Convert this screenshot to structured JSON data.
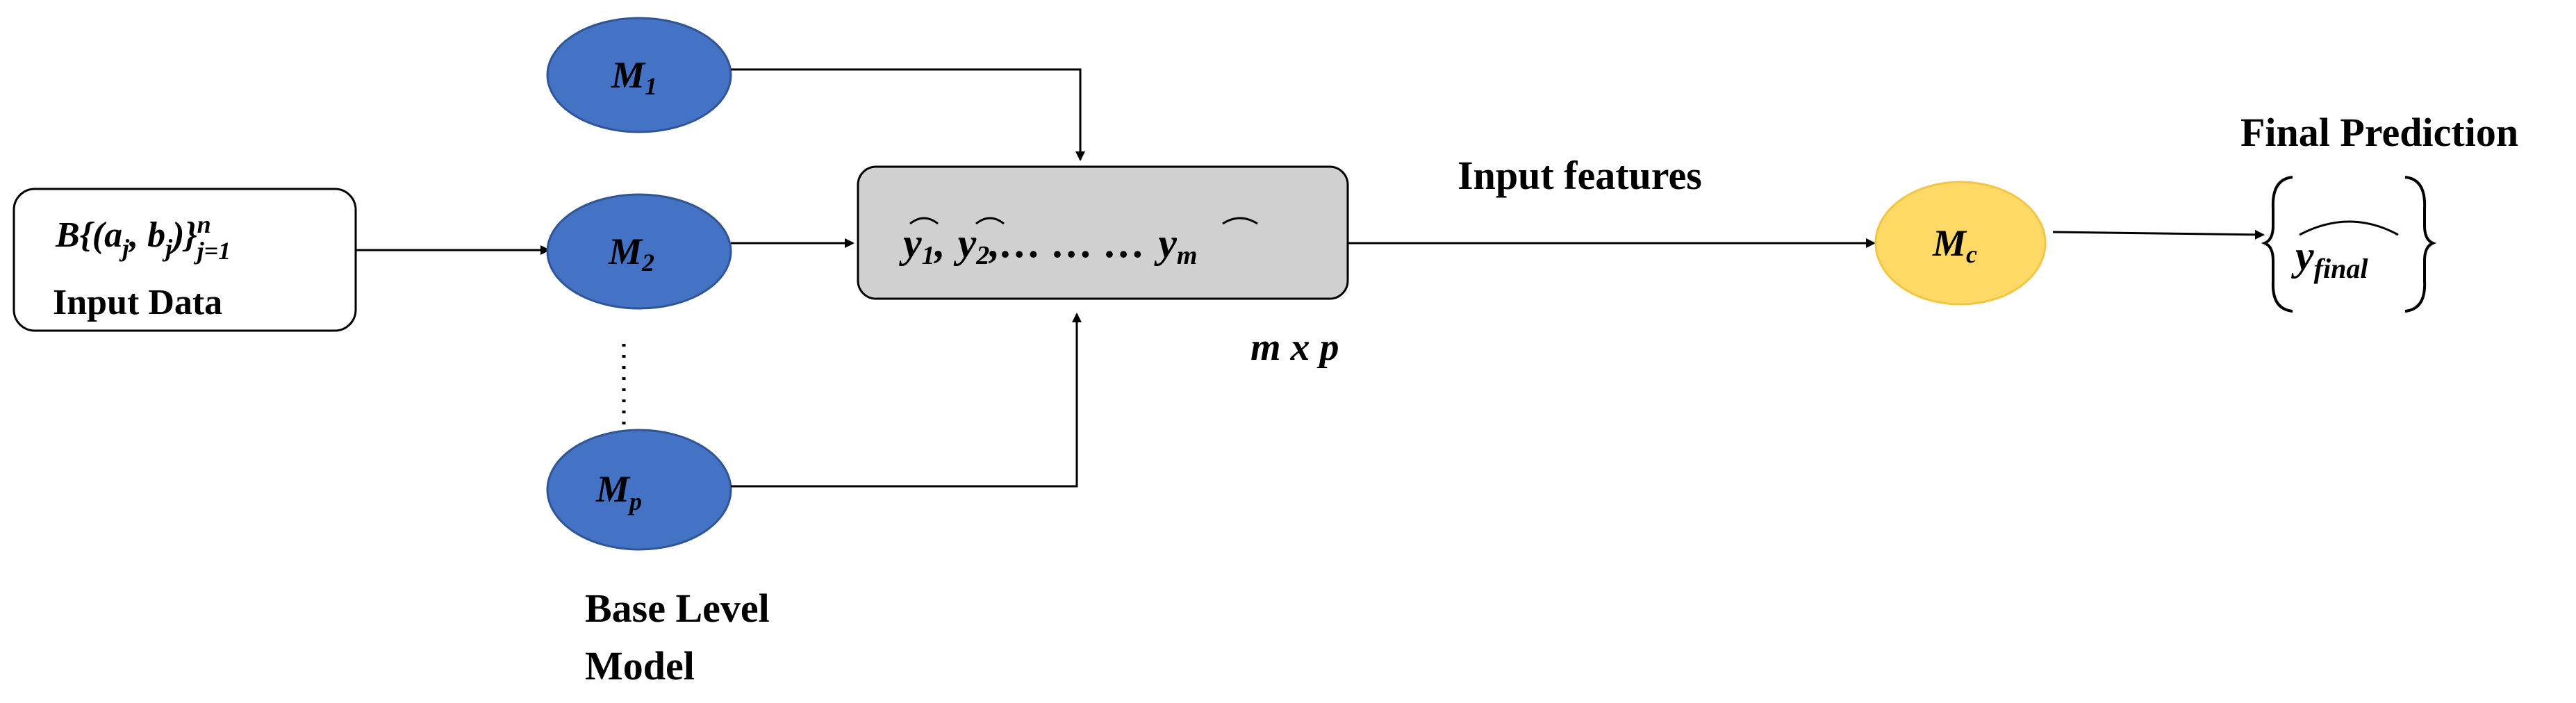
{
  "input_box": {
    "formula_base": "B{(a",
    "formula_sub_j1": "j",
    "formula_mid": ", b",
    "formula_sub_j2": "j",
    "formula_close": ")}",
    "formula_sup_n": "n",
    "formula_sub_range": "j=1",
    "label": "Input Data"
  },
  "base_models": [
    {
      "main": "M",
      "sub": "1"
    },
    {
      "main": "M",
      "sub": "2"
    },
    {
      "main": "M",
      "sub": "p"
    }
  ],
  "base_label_line1": "Base Level",
  "base_label_line2": "Model",
  "features_box": {
    "y1_main": "y",
    "y1_sub": "1",
    "sep1": ",",
    "y2_main": "y",
    "y2_sub": "2",
    "ellipsis": ",… … …",
    "ym_main": "y",
    "ym_sub": "m"
  },
  "dims_label": "m x p",
  "input_features_label": "Input features",
  "meta_model": {
    "main": "M",
    "sub": "c"
  },
  "final_prediction": {
    "title": "Final Prediction",
    "y_main": "y",
    "y_sub": "final"
  },
  "colors": {
    "base_model_fill": "#4472C4",
    "base_model_stroke": "#2F5597",
    "meta_model_fill": "#FFD966",
    "meta_model_stroke": "#F4C542",
    "features_box_fill": "#D0D0D0",
    "line": "#000000"
  }
}
